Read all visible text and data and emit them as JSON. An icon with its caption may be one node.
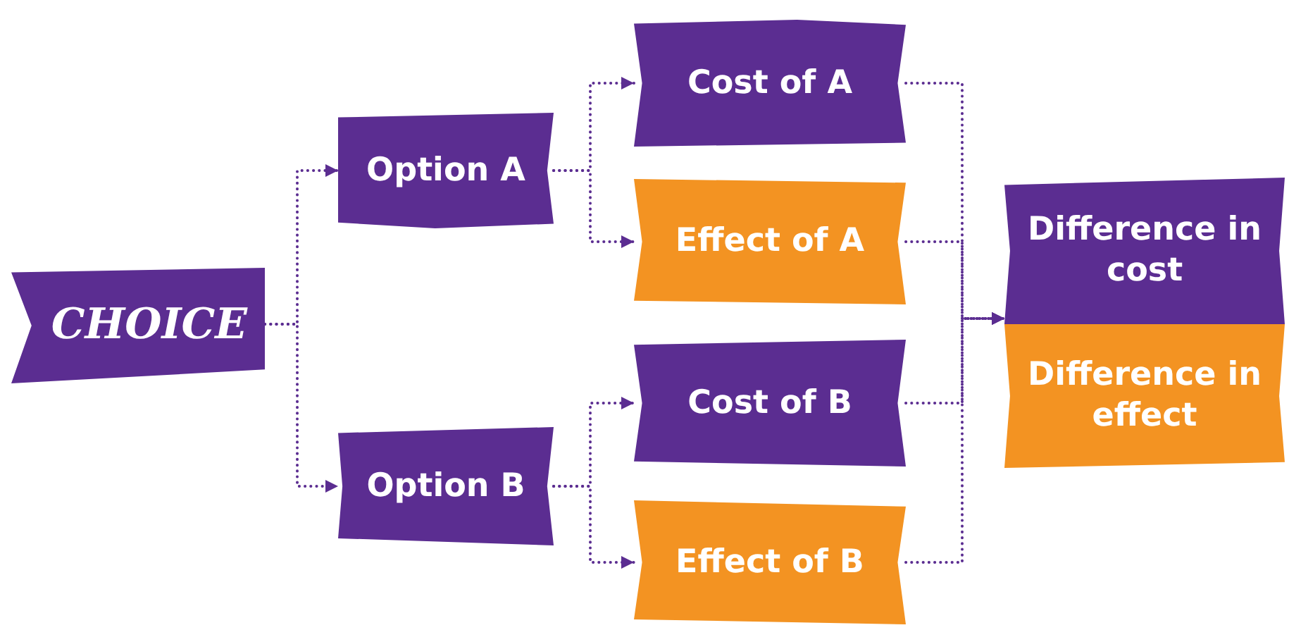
{
  "diagram": {
    "nodes": [
      {
        "text": [
          "CHOICE"
        ]
      },
      {
        "text": [
          "Option A"
        ]
      },
      {
        "text": [
          "Option B"
        ]
      },
      {
        "text": [
          "Cost of A"
        ]
      },
      {
        "text": [
          "Effect of A"
        ]
      },
      {
        "text": [
          "Cost of B"
        ]
      },
      {
        "text": [
          "Effect of B"
        ]
      },
      {
        "text": [
          "Difference in cost"
        ]
      },
      {
        "text": [
          "Difference in effect"
        ]
      }
    ],
    "edges": [
      {
        "from": 0,
        "to": 1,
        "arrow": "to"
      },
      {
        "from": 0,
        "to": 2,
        "arrow": "to"
      },
      {
        "from": 1,
        "to": 3,
        "arrow": "to"
      },
      {
        "from": 1,
        "to": 4,
        "arrow": "to"
      },
      {
        "from": 2,
        "to": 5,
        "arrow": "to"
      },
      {
        "from": 2,
        "to": 6,
        "arrow": "to"
      },
      {
        "from": 3,
        "to": 7,
        "arrow": "to"
      },
      {
        "from": 4,
        "to": 7,
        "arrow": "to"
      },
      {
        "from": 5,
        "to": 7,
        "arrow": "to"
      },
      {
        "from": 6,
        "to": 7,
        "arrow": "to"
      }
    ]
  }
}
